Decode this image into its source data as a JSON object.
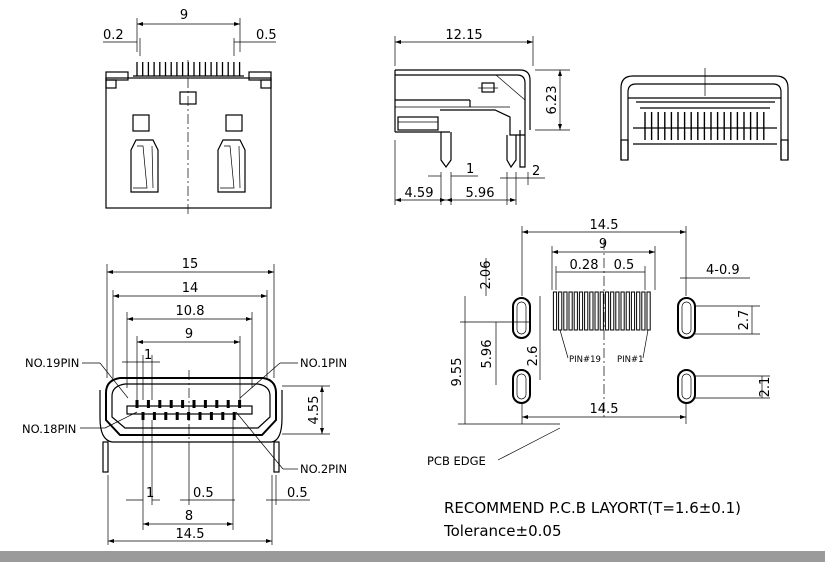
{
  "top_view": {
    "width_dim": "9",
    "left_dim": "0.2",
    "right_dim": "0.5"
  },
  "side_view": {
    "length_dim": "12.15",
    "height_dim": "6.23",
    "pin_width_dim": "1",
    "pin2_dim": "2",
    "offset_a_dim": "4.59",
    "offset_b_dim": "5.96"
  },
  "front_view": {
    "outer_width": "15",
    "body_width": "14",
    "opening_width": "10.8",
    "pin_span": "9",
    "pin_gap": "1",
    "height_dim": "4.55",
    "pitch_dim": "0.5",
    "pad_dim": "0.5",
    "bottom_gap": "1",
    "pin_row_width": "8",
    "overall_width": "14.5",
    "pin19_label": "NO.19PIN",
    "pin1_label": "NO.1PIN",
    "pin18_label": "NO.18PIN",
    "pin2_label": "NO.2PIN"
  },
  "pcb_layout": {
    "top_width": "14.5",
    "pad_span": "9",
    "pad_width": "0.28",
    "pad_pitch": "0.5",
    "slot_label": "4-0.9",
    "top_offset": "2.06",
    "slot_height": "2.7",
    "row_offset": "5.96",
    "pad_length": "2.6",
    "overall_height": "9.55",
    "lower_slot_height": "2.1",
    "bottom_width": "14.5",
    "pin19_label": "PIN#19",
    "pin1_label": "PIN#1",
    "pcb_edge_label": "PCB EDGE"
  },
  "notes": {
    "recommend": "RECOMMEND P.C.B  LAYORT(T=1.6±0.1)",
    "tolerance": "Tolerance±0.05"
  }
}
